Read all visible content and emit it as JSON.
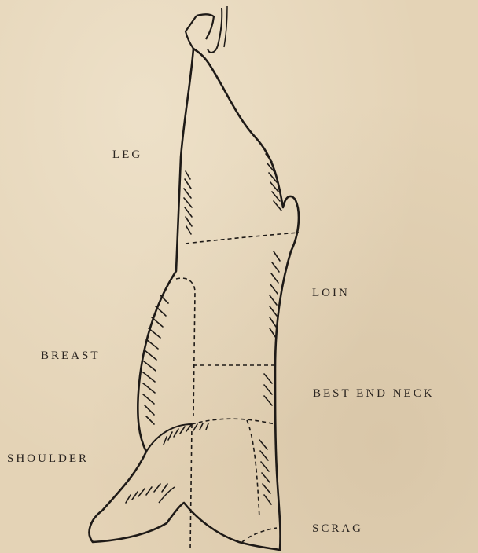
{
  "cuts": {
    "leg": "LEG",
    "loin": "LOIN",
    "breast": "BREAST",
    "best_end_neck": "BEST END NECK",
    "shoulder": "SHOULDER",
    "scrag": "SCRAG"
  },
  "colors": {
    "paper": "#e4d3b6",
    "ink": "#1e1a17"
  }
}
